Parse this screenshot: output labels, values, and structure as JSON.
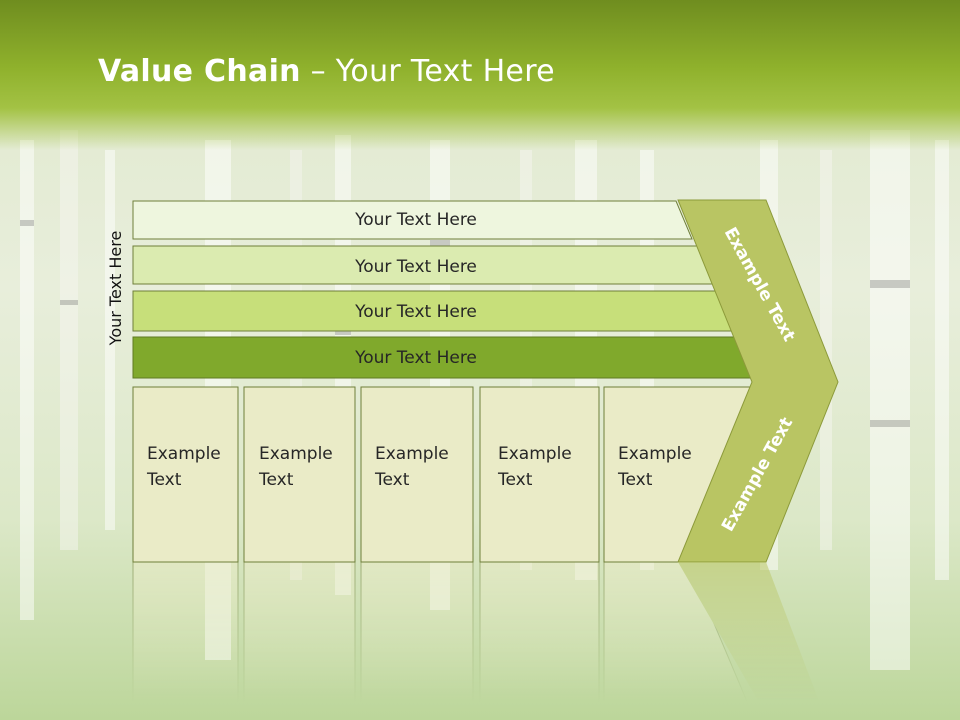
{
  "title": {
    "bold": "Value Chain",
    "rest": " – Your Text Here"
  },
  "vertical_label": "Your Text Here",
  "bars": [
    {
      "label": "Your Text Here",
      "color": "#eaf3d8"
    },
    {
      "label": "Your Text Here",
      "color": "#d9ea b0"
    },
    {
      "label": "Your Text Here",
      "color": "#c6de78"
    },
    {
      "label": "Your Text Here",
      "color": "#7fa82b"
    }
  ],
  "cells": [
    {
      "line1": "Example",
      "line2": "Text"
    },
    {
      "line1": "Example",
      "line2": "Text"
    },
    {
      "line1": "Example",
      "line2": "Text"
    },
    {
      "line1": "Example",
      "line2": "Text"
    },
    {
      "line1": "Example",
      "line2": "Text"
    }
  ],
  "chevron_top": "Example Text",
  "chevron_bottom": "Example Text",
  "colors": {
    "header": "#8fb12c",
    "chevron": "#b9c563",
    "cell": "#eaebc7",
    "border": "#6f7f3a"
  }
}
